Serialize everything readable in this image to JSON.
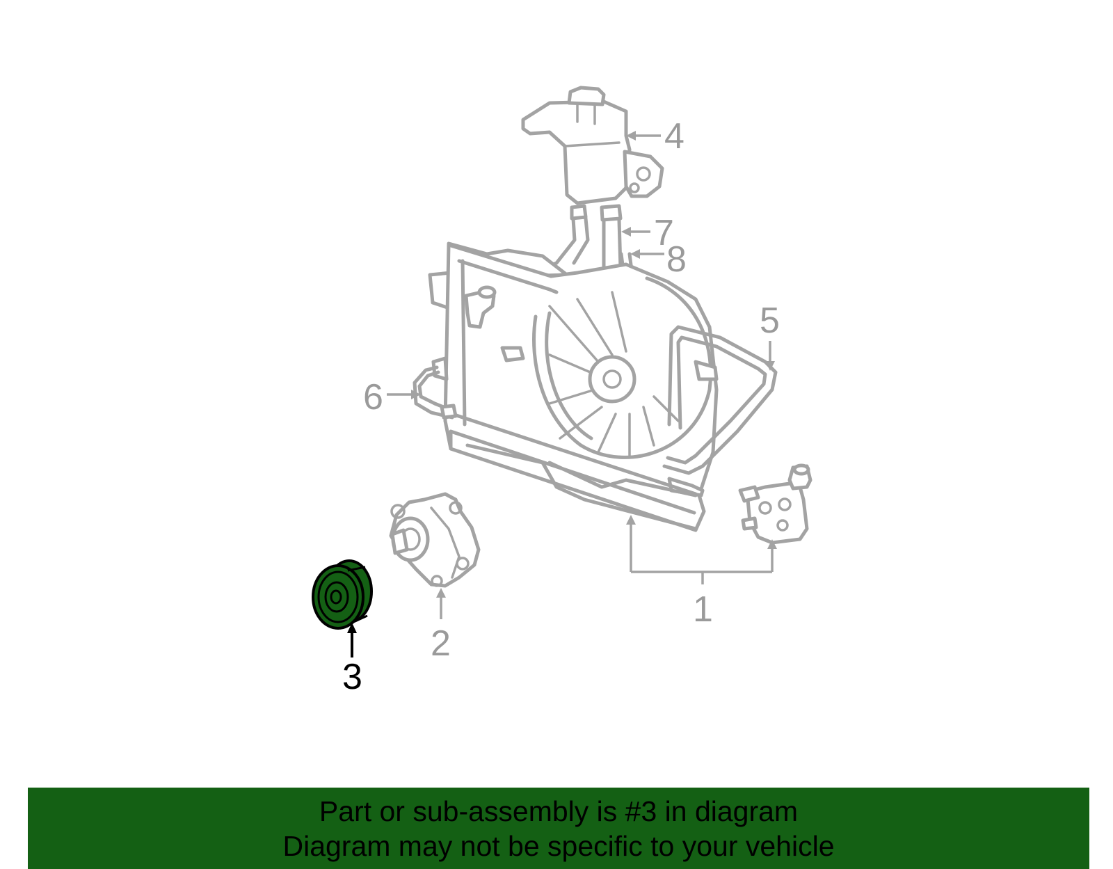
{
  "diagram": {
    "callouts": {
      "c1": "1",
      "c2": "2",
      "c3": "3",
      "c4": "4",
      "c5": "5",
      "c6": "6",
      "c7": "7",
      "c8": "8"
    },
    "highlighted_part": "3",
    "highlight_color": "#146014",
    "line_color": "#a3a3a3"
  },
  "banner": {
    "line1": "Part or sub-assembly is #3 in diagram",
    "line2": "Diagram may not be specific to your vehicle",
    "background": "#146014"
  }
}
